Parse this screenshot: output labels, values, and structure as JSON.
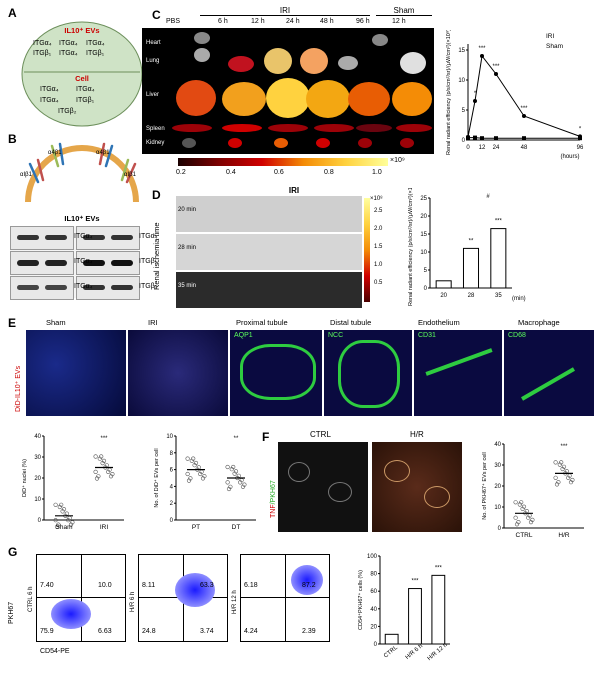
{
  "panels": {
    "a": "A",
    "b": "B",
    "c": "C",
    "d": "D",
    "e": "E",
    "f": "F",
    "g": "G"
  },
  "a": {
    "ev_title": "IL10⁺ EVs",
    "ev_items": [
      "ITGα₄",
      "ITGα₄",
      "ITGα₄",
      "ITGβ₁",
      "ITGα₄",
      "ITGβ₁"
    ],
    "cell_title": "Cell",
    "cell_items": [
      "ITGα₄",
      "ITGα₄",
      "ITGα₄",
      "ITGβ₁",
      "ITGβ₂"
    ]
  },
  "b": {
    "caption": "IL10⁺ EVs",
    "labels_left": [
      "ITGα₄",
      "ITGα₄",
      "ITGα₄"
    ],
    "labels_right": [
      "ITGα₄",
      "ITGβ₁",
      "ITGβ₂"
    ],
    "dia_labels": [
      "αIβ1",
      "α4β1",
      "α4β1",
      "αIβ1"
    ]
  },
  "c": {
    "pbs": "PBS",
    "iri": "IRI",
    "sham": "Sham",
    "times": [
      "6 h",
      "12 h",
      "24 h",
      "48 h",
      "96 h",
      "12 h"
    ],
    "organs": [
      "Heart",
      "Lung",
      "Liver",
      "Spleen",
      "Kidney"
    ],
    "colorbar_ticks": [
      "0.2",
      "0.4",
      "0.6",
      "0.8",
      "1.0"
    ],
    "colorbar_exp": "×10⁹"
  },
  "d": {
    "title": "IRI",
    "rowaxis": "Renal ischemia time",
    "rows": [
      "20 min",
      "28 min",
      "35 min"
    ],
    "cb_exp": "×10⁸",
    "cb_ticks": [
      "2.5",
      "2.0",
      "1.5",
      "1.0",
      "0.5"
    ]
  },
  "e": {
    "title_labels": [
      "Sham",
      "IRI",
      "Proximal tubule",
      "Distal tubule",
      "Endothelium",
      "Macrophage"
    ],
    "side_label": "DiD-IL10⁺ EVs",
    "markers": [
      "AQP1",
      "NCC",
      "CD31",
      "CD68"
    ]
  },
  "f": {
    "ctrl": "CTRL",
    "hr": "H/R",
    "side_tnf": "TNF",
    "side_pkh": "/PKH67"
  },
  "g": {
    "plots": [
      {
        "label": "CTRL 6 h",
        "q": [
          "7.40",
          "10.0",
          "75.9",
          "6.63"
        ]
      },
      {
        "label": "H/R 6 h",
        "q": [
          "8.11",
          "63.3",
          "24.8",
          "3.74"
        ]
      },
      {
        "label": "H/R 12 h",
        "q": [
          "6.18",
          "87.2",
          "4.24",
          "2.39"
        ]
      }
    ],
    "yaxis": "PKH67",
    "xaxis": "CD54-PE"
  },
  "chart_data": [
    {
      "id": "c_line",
      "type": "line",
      "x": [
        0,
        6,
        12,
        24,
        48,
        96
      ],
      "xlabel": "(hours)",
      "ylabel": "Renal radiant efficiency (p/s/cm²/sr)/(μW/cm²)(×10⁸)",
      "xticks": [
        "0",
        "12",
        "24",
        "48",
        "96"
      ],
      "yticks": [
        "0",
        "5",
        "10",
        "15"
      ],
      "ylim": [
        0,
        16
      ],
      "series": [
        {
          "name": "IRI",
          "values": [
            0.5,
            6.5,
            14,
            11,
            4,
            0.6
          ]
        },
        {
          "name": "Sham",
          "values": [
            0.4,
            0.4,
            0.3,
            0.3,
            0.3,
            0.3
          ]
        }
      ],
      "sig": [
        "*",
        "***",
        "***",
        "***",
        "*"
      ]
    },
    {
      "id": "d_bar",
      "type": "bar",
      "categories": [
        "20",
        "28",
        "35"
      ],
      "xlabel": "(min)",
      "ylabel": "Renal radiant efficiency (p/s/cm²/sr)/(μW/cm²)(×10⁸)",
      "values": [
        2,
        11,
        16.5
      ],
      "yticks": [
        "0",
        "5",
        "10",
        "15",
        "20",
        "25"
      ],
      "ylim": [
        0,
        25
      ],
      "sig": [
        "",
        "**",
        "***"
      ],
      "bracket": "#"
    },
    {
      "id": "e_did",
      "type": "scatter",
      "categories": [
        "Sham",
        "IRI"
      ],
      "ylabel": "DiD⁺ nuclei (%)",
      "values": [
        2,
        25
      ],
      "yticks": [
        "0",
        "10",
        "20",
        "30",
        "40"
      ],
      "ylim": [
        0,
        40
      ],
      "sig": "***"
    },
    {
      "id": "e_pt",
      "type": "scatter",
      "categories": [
        "PT",
        "DT"
      ],
      "ylabel": "No. of DiD⁺ EVs per cell",
      "values": [
        6,
        5
      ],
      "yticks": [
        "0",
        "2",
        "4",
        "6",
        "8",
        "10"
      ],
      "ylim": [
        0,
        10
      ],
      "sig": "**"
    },
    {
      "id": "f_pkh",
      "type": "scatter",
      "categories": [
        "CTRL",
        "H/R"
      ],
      "ylabel": "No. of PKH67⁺ EVs per cell",
      "values": [
        7,
        26
      ],
      "yticks": [
        "0",
        "10",
        "20",
        "30",
        "40"
      ],
      "ylim": [
        0,
        40
      ],
      "sig": "***"
    },
    {
      "id": "g_bar",
      "type": "bar",
      "categories": [
        "CTRL",
        "H/R 6 h",
        "H/R 12 h"
      ],
      "ylabel": "CD54⁺PKH67⁺ cells (%)",
      "values": [
        11,
        63,
        78
      ],
      "yticks": [
        "0",
        "20",
        "40",
        "60",
        "80",
        "100"
      ],
      "ylim": [
        0,
        100
      ],
      "sig": [
        "",
        "***",
        "***"
      ]
    }
  ]
}
